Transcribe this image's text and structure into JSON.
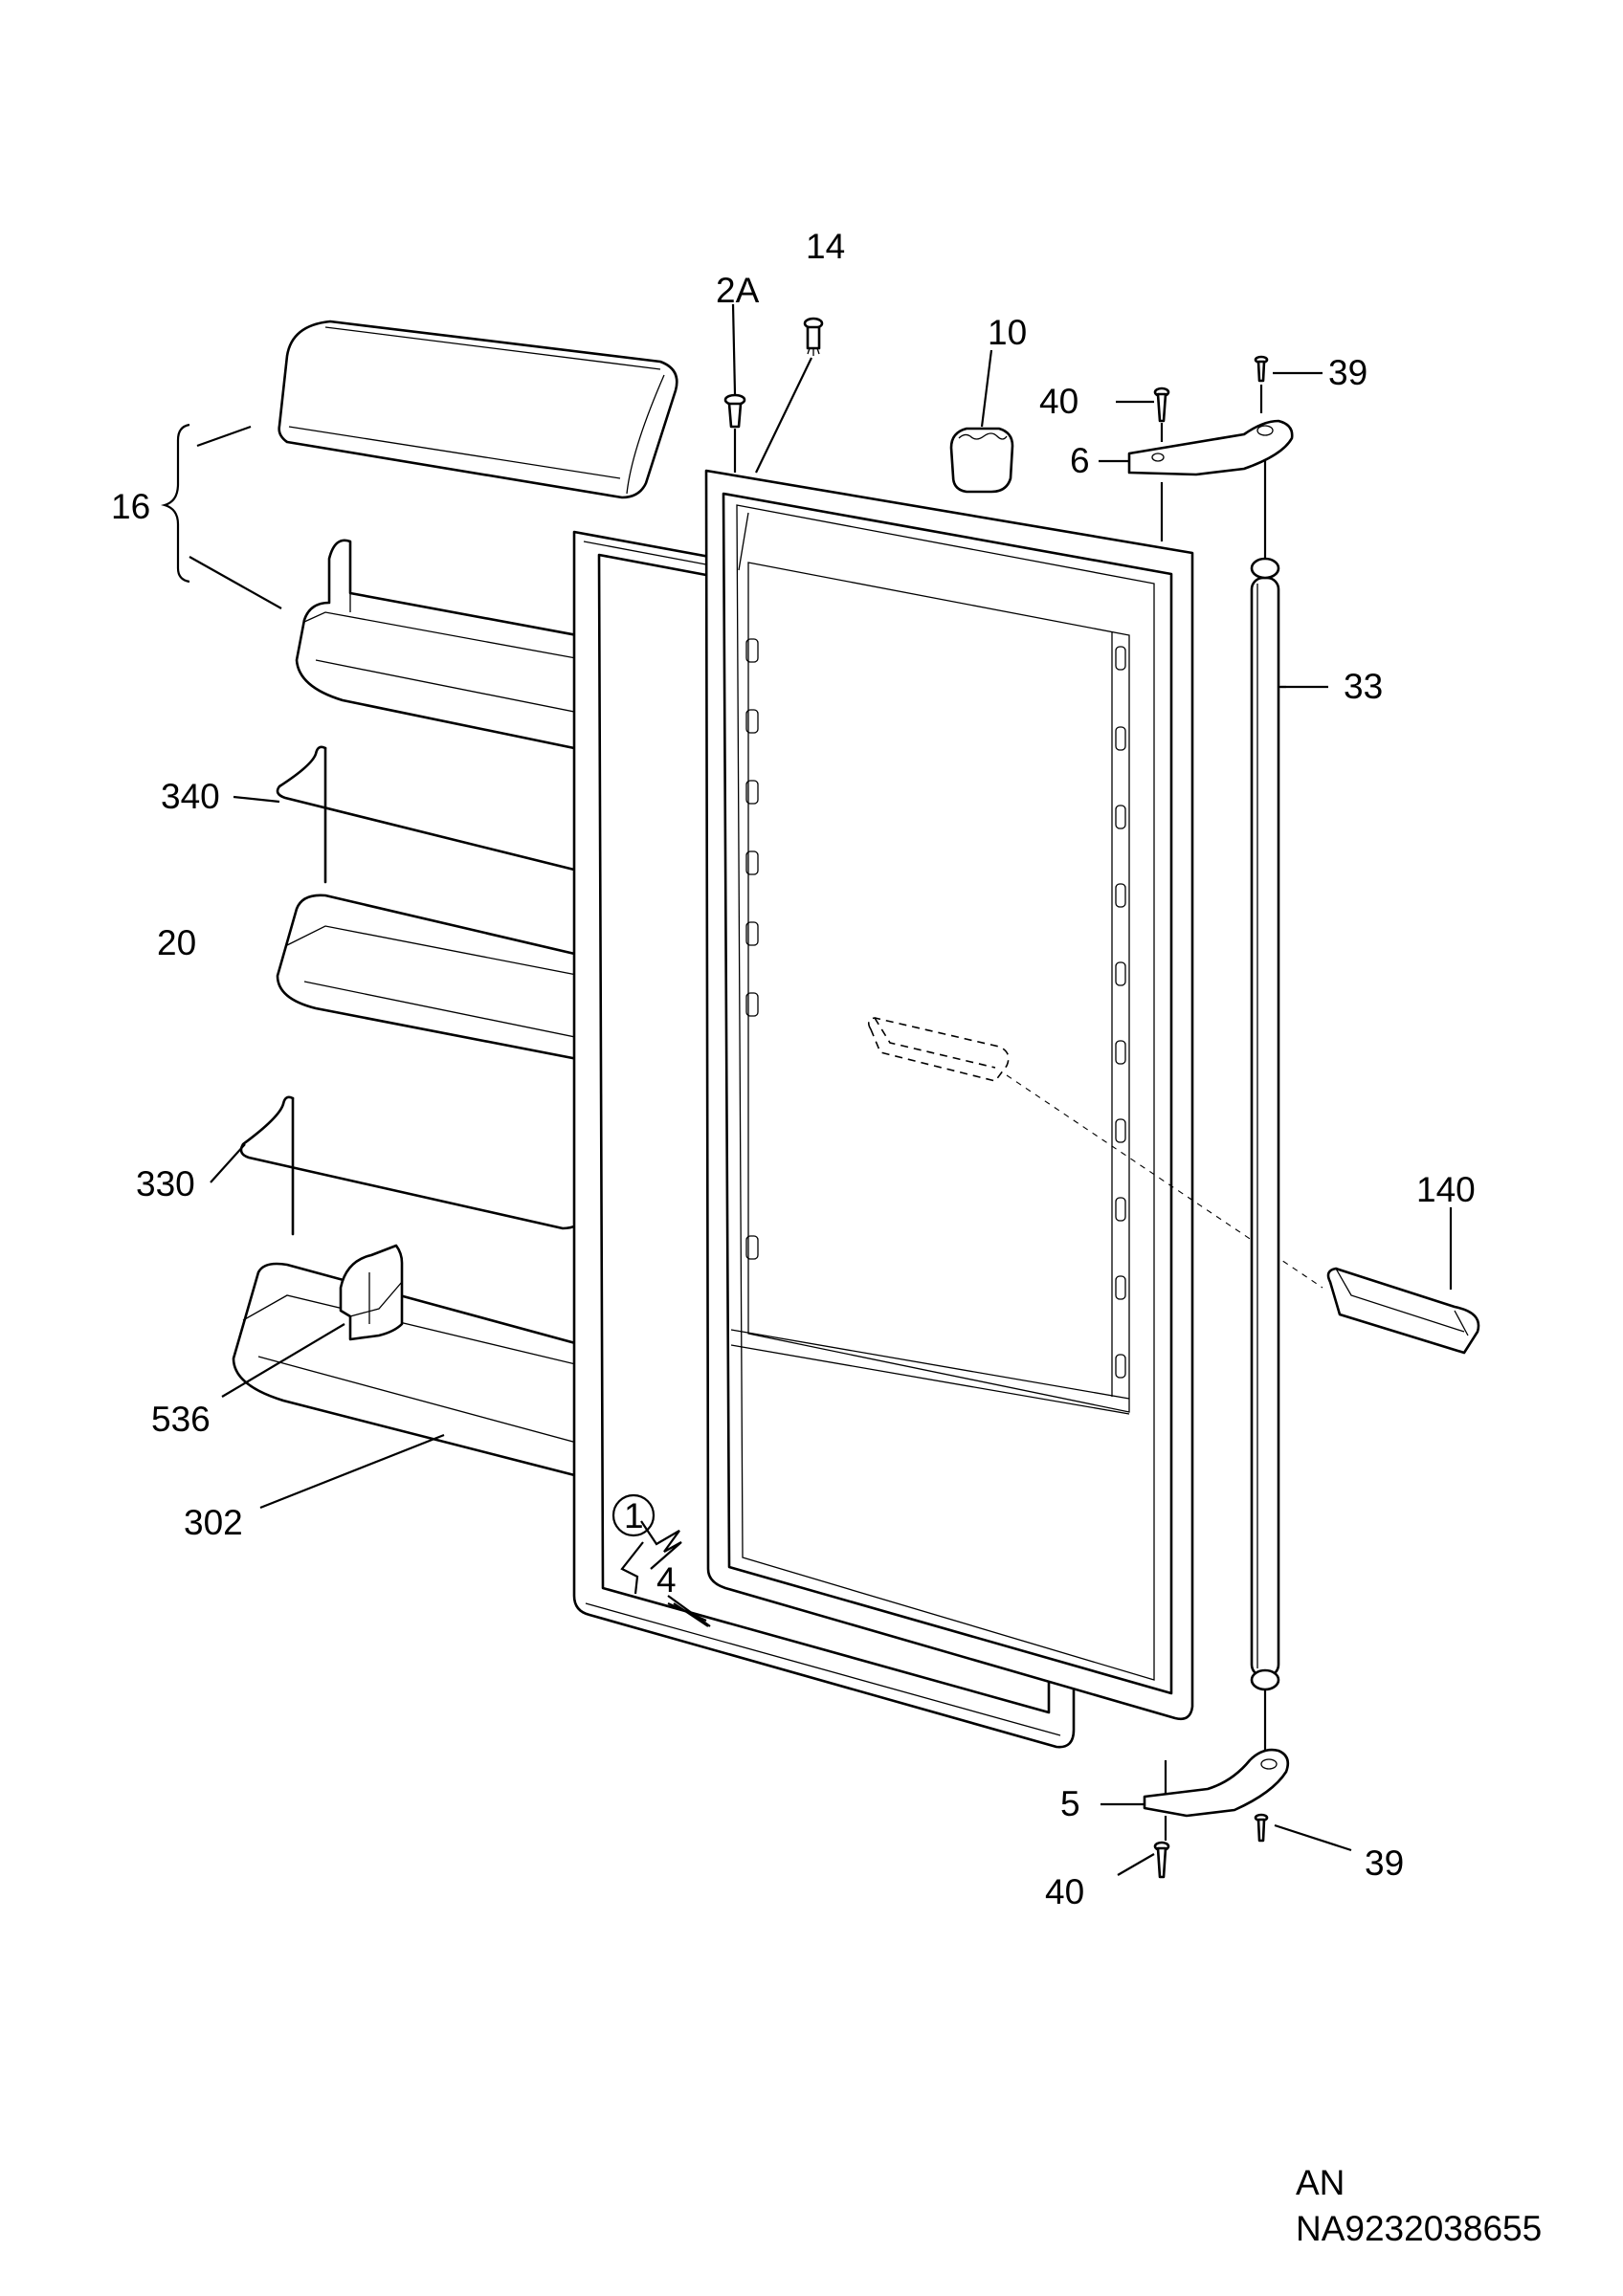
{
  "callouts": {
    "c16": "16",
    "c340": "340",
    "c20": "20",
    "c330": "330",
    "c536": "536",
    "c302": "302",
    "c2A": "2A",
    "c14": "14",
    "c10": "10",
    "c40_top": "40",
    "c6": "6",
    "c39_top": "39",
    "c33": "33",
    "c140": "140",
    "c1": "1",
    "c4": "4",
    "c5": "5",
    "c40_bottom": "40",
    "c39_bottom": "39"
  },
  "footer": {
    "line1": "AN",
    "line2": "NA9232038655"
  }
}
